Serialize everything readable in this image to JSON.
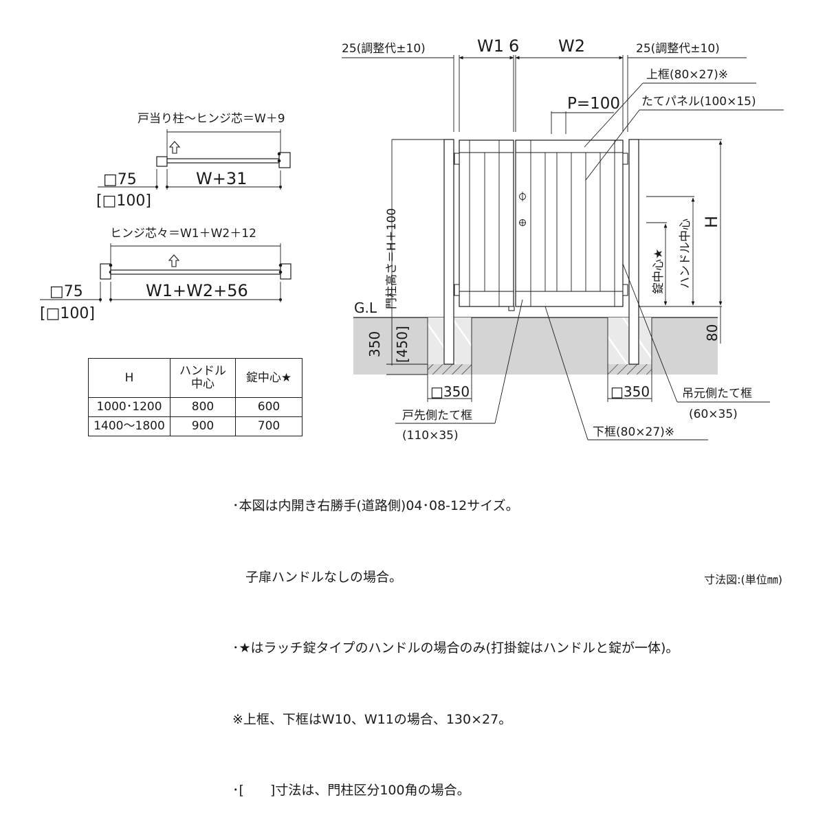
{
  "diagram": {
    "dims": {
      "left_margin": "25(調整代±10)",
      "right_margin": "25(調整代±10)",
      "w1": "W1",
      "gap": "6",
      "w2": "W2",
      "pitch": "P=100",
      "post_height": "門柱高さ＝H＋100",
      "h": "H",
      "handle_center": "ハンドル中心",
      "lock_center": "錠中心★",
      "gl": "G.L",
      "depth": "350",
      "depth_alt": "[450]",
      "base": "80",
      "footing_left": "□350",
      "footing_right": "□350"
    },
    "labels": {
      "top_frame": "上框(80×27)※",
      "vertical_panel": "たてパネル(100×15)",
      "hinge_frame": "吊元側たて框",
      "hinge_frame_size": "(60×35)",
      "latch_frame": "戸先側たて框",
      "latch_frame_size": "(110×35)",
      "bottom_frame": "下框(80×27)※"
    },
    "plan_single": {
      "title": "戸当り柱〜ヒンジ芯＝W＋9",
      "post": "□75",
      "post_alt": "[□100]",
      "width": "W+31"
    },
    "plan_double": {
      "title": "ヒンジ芯々＝W1＋W2＋12",
      "post": "□75",
      "post_alt": "[□100]",
      "width": "W1+W2+56"
    }
  },
  "table": {
    "headers": [
      "H",
      "ハンドル中心",
      "錠中心★"
    ],
    "header_handle_lines": [
      "ハンドル",
      "中心"
    ],
    "rows": [
      [
        "1000･1200",
        "800",
        "600"
      ],
      [
        "1400〜1800",
        "900",
        "700"
      ]
    ]
  },
  "notes": [
    "･本図は内開き右勝手(道路側)04･08-12サイズ。",
    "　子扉ハンドルなしの場合。",
    "･★はラッチ錠タイプのハンドルの場合のみ(打掛錠はハンドルと錠が一体)。",
    "※上框、下框はW10、W11の場合、130×27。",
    "･[　　]寸法は、門柱区分100角の場合。"
  ],
  "caption": "寸法図:(単位㎜)",
  "colors": {
    "ground": "#d4d4d4",
    "line": "#1a1a1a"
  }
}
